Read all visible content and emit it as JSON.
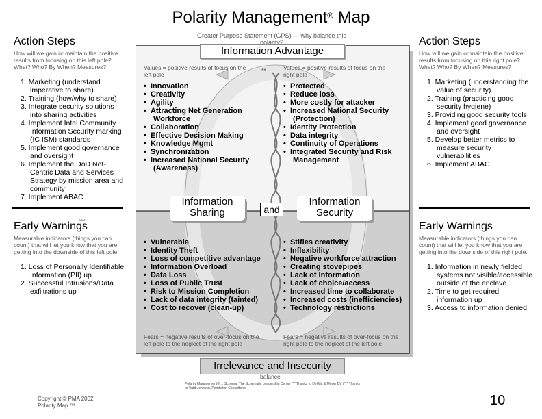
{
  "title": "Polarity Management",
  "title_mark": "®",
  "title_suffix": "Map",
  "gps_question": "Greater Purpose Statement (GPS) — why balance this polarity?",
  "upper_pole": "Information Advantage",
  "lower_pole": "Irrelevance and Insecurity",
  "lower_note": "balance",
  "pole_left": "Information Sharing",
  "pole_and": "and",
  "pole_right": "Information Security",
  "left": {
    "action_heading": "Action Steps",
    "action_question": "How will we gain or maintain the positive results from focusing on this left pole? What? Who? By When? Measures?",
    "action_items": [
      "1. Marketing (understand imperative to share)",
      "2. Training (how/why to share)",
      "3.  Integrate security solutions into sharing activities",
      "4. Implement Intel Community Information Security marking (IC ISM) standards",
      "5. Implement good governance and oversight",
      "6.  Implement the DoD Net-Centric Data and Services Strategy by mission area and community",
      "7. Implement ABAC"
    ],
    "action_mark": "***",
    "warn_heading": "Early Warnings",
    "warn_question": "Measurable indicators (things you can count) that will let you know that you are getting into the downside of this left pole.",
    "warn_items": [
      "1.  Loss of Personally Identifiable Information (PII) up",
      "2.  Successful Intrusions/Data exfiltrations up"
    ]
  },
  "right": {
    "action_heading": "Action Steps",
    "action_question": "How will we gain or maintain the positive results from focusing on this right pole? What? Who? By When? Measures?",
    "action_items": [
      "1. Marketing (understanding the value of security)",
      "2. Training (practicing good security hygiene)",
      "3. Providing good security tools",
      "4. Implement good governance and oversight",
      "5. Develop better metrics to measure security vulnerabilities",
      "6. Implement ABAC"
    ],
    "warn_heading": "Early Warnings",
    "warn_question": "Measurable indicators (things you can count) that will let you know that you are getting into the downside of this right pole.",
    "warn_items": [
      "1. Information in newly fielded systems not visible/accessible outside of the enclave",
      "2. Time to get required information up",
      "3. Access to information denied"
    ]
  },
  "upper_left": {
    "heading": "Values = positive results of focus on the left pole",
    "mark": "**",
    "items": [
      "Innovation",
      "Creativity",
      "Agility",
      "Attracting Net Generation Workforce",
      "Collaboration",
      "Effective Decision Making",
      "Knowledge Mgmt",
      "Synchronization",
      "Increased National Security (Awareness)"
    ]
  },
  "upper_right": {
    "heading": "Values = positive results of focus on the right pole",
    "items": [
      "Protected",
      "Reduce loss",
      "More costly for attacker",
      "Increased National Security (Protection)",
      "Identity Protection",
      "Data integrity",
      "Continuity of Operations",
      "Integrated Security and Risk Management"
    ]
  },
  "lower_left": {
    "items": [
      "Vulnerable",
      "Identity Theft",
      "Loss of competitive advantage",
      "Information Overload",
      "Data Loss",
      "Loss of Public Trust",
      "Risk to Mission Completion",
      "Lack of data integrity (tainted)",
      "Cost to recover (clean-up)"
    ],
    "fears": "Fears = negative results of over-focus on the left pole to the neglect of the right pole"
  },
  "lower_right": {
    "items": [
      "Stifles creativity",
      "Inflexibility",
      "Negative workforce attraction",
      "Creating stovepipes",
      "Lack of Information",
      "Lack of choice/access",
      "Increased time to collaborate",
      "Increased costs (inefficiencies)",
      "Technology restrictions"
    ],
    "fears": "Fears = negative results of over-focus on the right pole to the neglect of the left pole"
  },
  "footnote": "Polarity Management® ... Schema: The Schematic Leadership Center (** Thanks to DeWitt & Meyer BV (*** Thanks to Todd Johnson, Pendleton Consultants",
  "copyright": "Copyright © PMA 2002",
  "polarity_map": "Polarity Map ™",
  "page_number": "10",
  "colors": {
    "upper_fill": "#f4f4f4",
    "lower_fill": "#cfcfcf",
    "loop": "#e6e6e6",
    "loop_edge": "#999999",
    "border": "#000000"
  }
}
